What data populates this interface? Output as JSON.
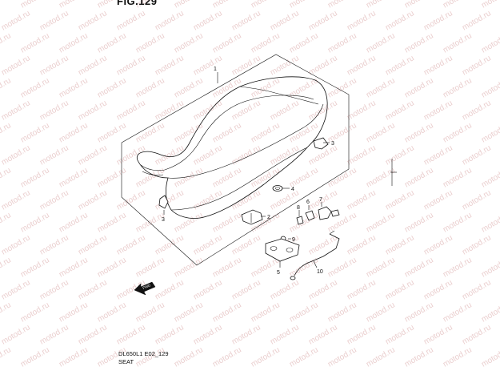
{
  "figure": {
    "title": "FIG.129",
    "code": "DL650L1 E02_129",
    "name": "SEAT"
  },
  "watermark": "motod.ru",
  "callouts": {
    "c1": "1",
    "c2": "2",
    "c3a": "3",
    "c3b": "3",
    "c4": "4",
    "c5": "5",
    "c6": "6",
    "c7": "7",
    "c8": "8",
    "c9": "9",
    "c10": "10"
  },
  "front_arrow": "FWD"
}
